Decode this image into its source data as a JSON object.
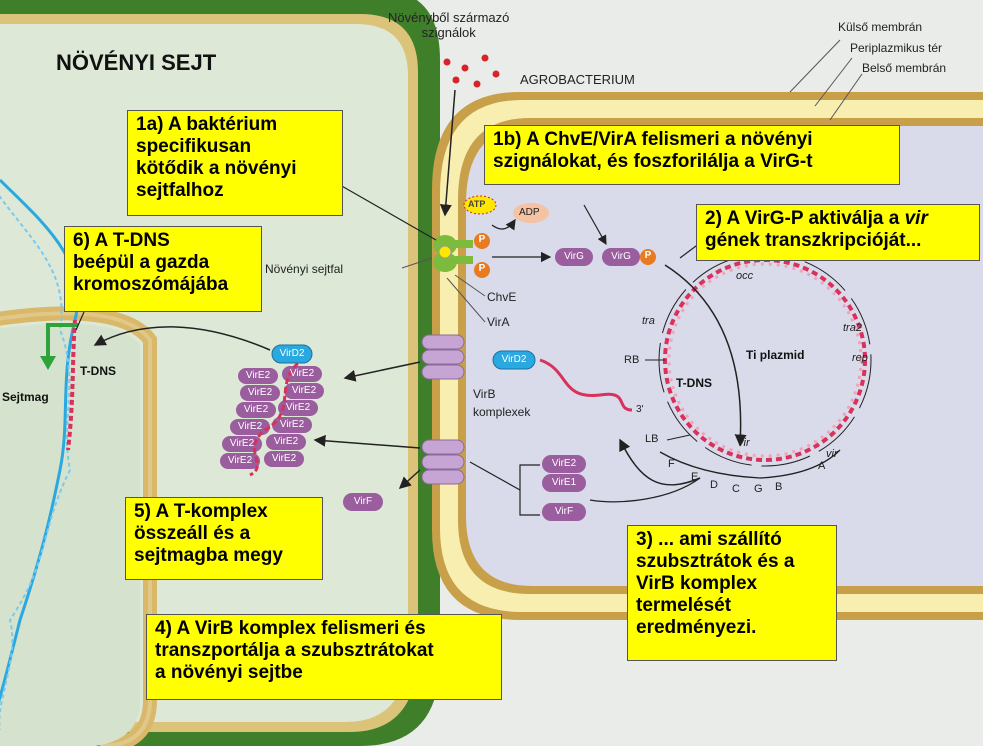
{
  "labels": {
    "plant_cell": "NÖVÉNYI SEJT",
    "plant_signals": "Növényből származó\nszignálok",
    "agrobacterium": "AGROBACTERIUM",
    "outer_membrane": "Külső membrán",
    "periplasmic_space": "Periplazmikus tér",
    "inner_membrane": "Belső membrán",
    "plant_cell_wall": "Növényi sejtfal",
    "atp": "ATP",
    "adp": "ADP",
    "p": "P",
    "virg": "VirG",
    "chve": "ChvE",
    "vira": "VirA",
    "ti_plasmid": "Ti plazmid",
    "t_dna_plasmid": "T-DNS",
    "t_dna_chrom": "T-DNS",
    "nucleus": "Sejtmag",
    "virb_complexes": "VirB\nkomplexek",
    "vird2": "VirD2",
    "vire2": "VirE2",
    "vire1": "VirE1",
    "virf": "VirF",
    "three_prime": "3'",
    "occ": "occ",
    "tra": "tra",
    "tra2": "tra2",
    "rep": "rep",
    "rb": "RB",
    "lb": "LB",
    "vir": "vir",
    "vir_genes": [
      "A",
      "B",
      "G",
      "C",
      "D",
      "E",
      "F"
    ]
  },
  "boxes": {
    "b1a": "1a) A baktérium\nspecifikusan\nkötődik a növényi\nsejtfalhoz",
    "b1b": "1b) A ChvE/VirA felismeri a növényi\nszignálokat, és foszforilálja a VirG-t",
    "b2_pre": "2) A VirG-P aktiválja a ",
    "b2_ital": "vir",
    "b2_post": "\ngének transzkripcióját...",
    "b3": "3) ... ami szállító\nszubsztrátok és a\nVirB komplex\ntermelését\neredményezi.",
    "b4": "4) A VirB komplex felismeri és\ntranszportálja a szubsztrátokat\na növényi sejtbe",
    "b5": "5) A T-komplex\nösszeáll és a\nsejtmagba megy",
    "b6": "6) A T-DNS\nbeépül a gazda\nkromoszómájába"
  },
  "colors": {
    "plant_wall": "#3f7f2a",
    "plant_cyto": "#dde8d6",
    "bacteria_wall": "#f8eeb0",
    "bacteria_edge": "#c9a04a",
    "bacteria_cyto": "#d9dbea",
    "protein": "#9a5d9e",
    "phospho": "#e87a1f",
    "vird2": "#29a9e0",
    "box": "#ffff00"
  }
}
